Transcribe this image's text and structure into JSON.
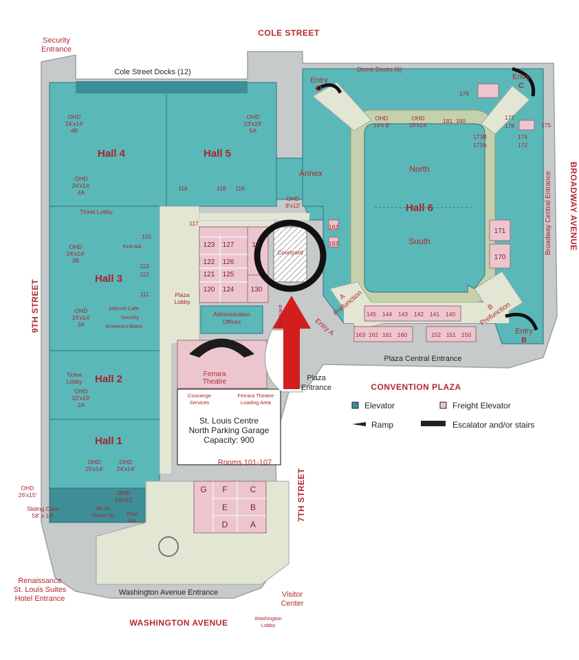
{
  "streets": {
    "north": "COLE STREET",
    "south": "WASHINGTON AVENUE",
    "west": "9TH STREET",
    "east": "BROADWAY AVENUE",
    "seventh": "7TH STREET",
    "plaza": "CONVENTION PLAZA",
    "broadway_entrance": "Broadway Central Entrance"
  },
  "halls": {
    "h1": "Hall 1",
    "h2": "Hall 2",
    "h3": "Hall 3",
    "h4": "Hall 4",
    "h5": "Hall 5",
    "h6": "Hall 6",
    "north": "North",
    "south": "South",
    "annex": "Annex"
  },
  "entrances": {
    "security": [
      "Security",
      "Entrance"
    ],
    "cole_docks": "Cole Street Docks (12)",
    "dome_docks": "Dome Docks (6)",
    "entry_d": [
      "Entry",
      "D"
    ],
    "entry_c": [
      "Entry",
      "C"
    ],
    "entry_b": [
      "Entry",
      "B"
    ],
    "entry_a": "Entry A",
    "plaza_central": "Plaza Central Entrance",
    "plaza_entrance": [
      "Plaza",
      "Entrance"
    ],
    "washington": "Washington Avenue Entrance",
    "washington_lobby": [
      "Washington",
      "Lobby"
    ],
    "visitor": [
      "Visitor",
      "Center"
    ],
    "renaissance": [
      "Renaissance",
      "St. Louis Suites",
      "Hotel Entrance"
    ],
    "sliding_door": [
      "Sliding Door",
      "58' x 14'"
    ],
    "ohd_west": [
      "OHD",
      "26'x15'"
    ],
    "ticket_lobby_1": "Ticket Lobby",
    "ticket_lobby_2": [
      "Ticket",
      "Lobby"
    ],
    "plaza_lobby": [
      "Plaza",
      "Lobby"
    ],
    "admin": [
      "Administration",
      "Offices"
    ],
    "ferrara": [
      "Ferrara",
      "Theatre"
    ],
    "concierge": [
      "Concierge",
      "Services"
    ],
    "ferrara_loading": [
      "Ferrara Theatre",
      "Loading Area"
    ],
    "garage": [
      "St. Louis Centre",
      "North Parking Garage",
      "Capacity: 900"
    ],
    "rooms_101": "Rooms 101-107",
    "courtyard": "Courtyard",
    "courtyard_side": "Courtyard",
    "first_aid_1": "First Aid",
    "first_aid_2": [
      "First",
      "Aid"
    ],
    "internet_cafe": "Internet Cafe",
    "security_desk": "Security",
    "bistro": "America's Bistro",
    "docks_9th": [
      "9th St.",
      "Docks (4)"
    ],
    "a_prefunction": [
      "A",
      "Prefunction"
    ],
    "b_prefunction": [
      "B",
      "Prefunction"
    ]
  },
  "ohd": {
    "4b": [
      "OHD",
      "24'x14'",
      "4B"
    ],
    "5a": [
      "OHD",
      "23'x19'",
      "5A"
    ],
    "4a": [
      "OHD",
      "24'x14'",
      "4A"
    ],
    "3b": [
      "OHD",
      "24'x14'",
      "3B"
    ],
    "3a": [
      "OHD",
      "24'x14'",
      "3A"
    ],
    "2a": [
      "OHD",
      "22'x19'",
      "2A"
    ],
    "h1a": [
      "OHD",
      "15'x14'"
    ],
    "h1b": [
      "OHD",
      "24'x14'"
    ],
    "16x12": [
      "OHD",
      "16'x12'"
    ],
    "9x12": [
      "OHD",
      "9'x12'"
    ],
    "14x9": [
      "OHD",
      "14'x 9'"
    ],
    "15x14": [
      "OHD",
      "15'x14'"
    ]
  },
  "rooms": {
    "r116": "116",
    "r117": "117",
    "r118": "118",
    "r119": "119",
    "r115": "115",
    "r113": "113",
    "r112": "112",
    "r111": "111",
    "r123": "123",
    "r127": "127",
    "r122": "122",
    "r126": "126",
    "r121": "121",
    "r125": "125",
    "r120": "120",
    "r124": "124",
    "r130": "130",
    "r12x": "12",
    "r182": "182",
    "r183": "183",
    "r171": "171",
    "r170": "170",
    "r176": "176",
    "r181": "181",
    "r180": "180",
    "r177": "177",
    "r178": "178",
    "r175": "175",
    "r173b": "173B",
    "r174": "174",
    "r173a": "173A",
    "r172": "172",
    "r145": "145",
    "r144": "144",
    "r143": "143",
    "r142": "142",
    "r141": "141",
    "r140": "140",
    "r163": "163",
    "r162": "162",
    "r161": "161",
    "r160": "160",
    "r152": "152",
    "r151": "151",
    "r150": "150",
    "rG": "G",
    "rF": "F",
    "rC": "C",
    "rE": "E",
    "rB": "B",
    "rD": "D",
    "rA": "A"
  },
  "legend": {
    "elevator": "Elevator",
    "freight": "Freight Elevator",
    "ramp": "Ramp",
    "escalator": "Escalator and/or stairs"
  },
  "colors": {
    "hall_teal": "#5bb8b9",
    "hall_dark": "#3d8e97",
    "walkway": "#e3e6d3",
    "room_pink": "#ecc6cf",
    "accent_red": "#b3282e",
    "arrow_red": "#d21e1e",
    "grey_wall": "#c6cacb"
  }
}
